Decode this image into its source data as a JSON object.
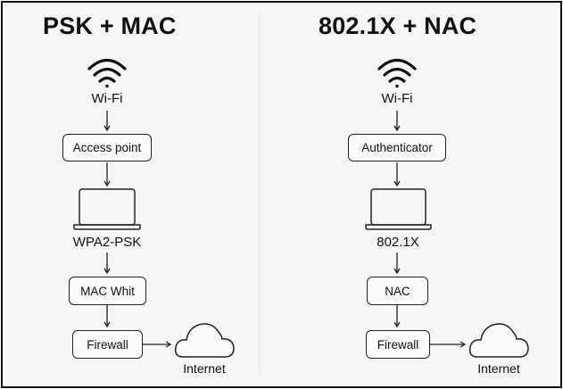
{
  "panels": [
    {
      "title": "PSK + MAC",
      "wifi_label": "Wi-Fi",
      "box1": "Access point",
      "device_label": "WPA2-PSK",
      "box2": "MAC Whit",
      "box3": "Firewall",
      "cloud_label": "Internet"
    },
    {
      "title": "802.1X + NAC",
      "wifi_label": "Wi-Fi",
      "box1": "Authenticator",
      "device_label": "802.1X",
      "box2": "NAC",
      "box3": "Firewall",
      "cloud_label": "Internet"
    }
  ],
  "icons": {
    "wifi": "wifi-icon",
    "laptop": "laptop-icon",
    "cloud": "cloud-icon",
    "arrow": "arrow-down-icon"
  },
  "colors": {
    "background": "#f6f6f6",
    "stroke": "#222222",
    "frame": "#111111"
  }
}
